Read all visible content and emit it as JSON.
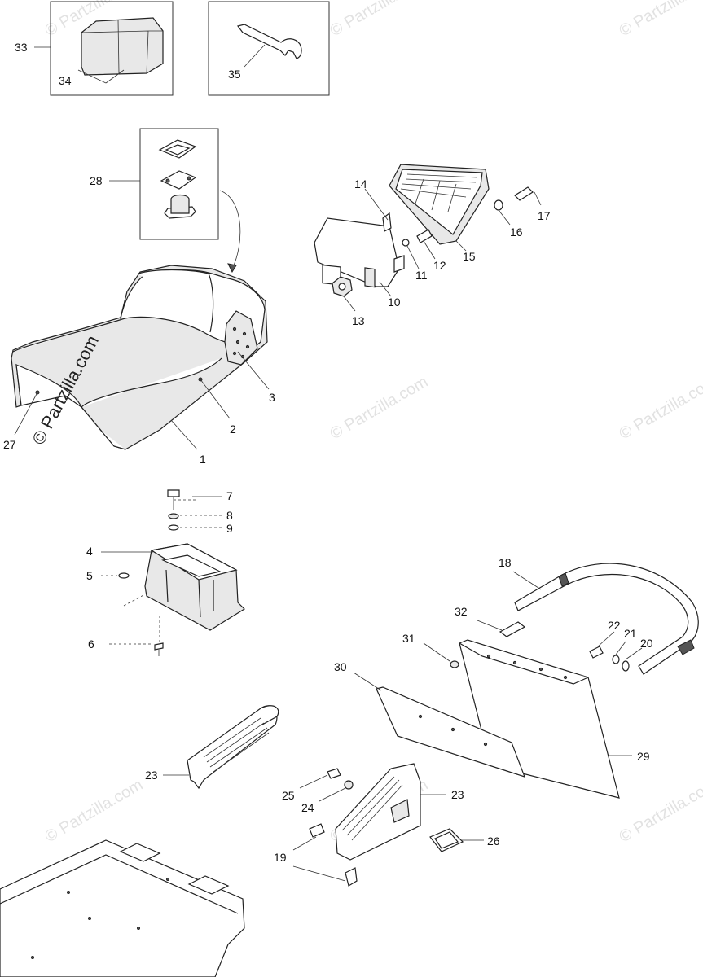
{
  "watermark": {
    "text": "© Partzilla.com"
  },
  "callouts": [
    {
      "id": "c33",
      "text": "33"
    },
    {
      "id": "c34",
      "text": "34"
    },
    {
      "id": "c35",
      "text": "35"
    },
    {
      "id": "c28",
      "text": "28"
    },
    {
      "id": "c14",
      "text": "14"
    },
    {
      "id": "c17",
      "text": "17"
    },
    {
      "id": "c16",
      "text": "16"
    },
    {
      "id": "c15",
      "text": "15"
    },
    {
      "id": "c12",
      "text": "12"
    },
    {
      "id": "c11",
      "text": "11"
    },
    {
      "id": "c10",
      "text": "10"
    },
    {
      "id": "c13",
      "text": "13"
    },
    {
      "id": "c3",
      "text": "3"
    },
    {
      "id": "c2",
      "text": "2"
    },
    {
      "id": "c1",
      "text": "1"
    },
    {
      "id": "c27",
      "text": "27"
    },
    {
      "id": "c7",
      "text": "7"
    },
    {
      "id": "c8",
      "text": "8"
    },
    {
      "id": "c9",
      "text": "9"
    },
    {
      "id": "c4",
      "text": "4"
    },
    {
      "id": "c5",
      "text": "5"
    },
    {
      "id": "c6",
      "text": "6"
    },
    {
      "id": "c18",
      "text": "18"
    },
    {
      "id": "c32",
      "text": "32"
    },
    {
      "id": "c31",
      "text": "31"
    },
    {
      "id": "c22",
      "text": "22"
    },
    {
      "id": "c21",
      "text": "21"
    },
    {
      "id": "c20",
      "text": "20"
    },
    {
      "id": "c30",
      "text": "30"
    },
    {
      "id": "c29",
      "text": "29"
    },
    {
      "id": "c23a",
      "text": "23"
    },
    {
      "id": "c23b",
      "text": "23"
    },
    {
      "id": "c25",
      "text": "25"
    },
    {
      "id": "c24",
      "text": "24"
    },
    {
      "id": "c26",
      "text": "26"
    },
    {
      "id": "c19",
      "text": "19"
    }
  ]
}
